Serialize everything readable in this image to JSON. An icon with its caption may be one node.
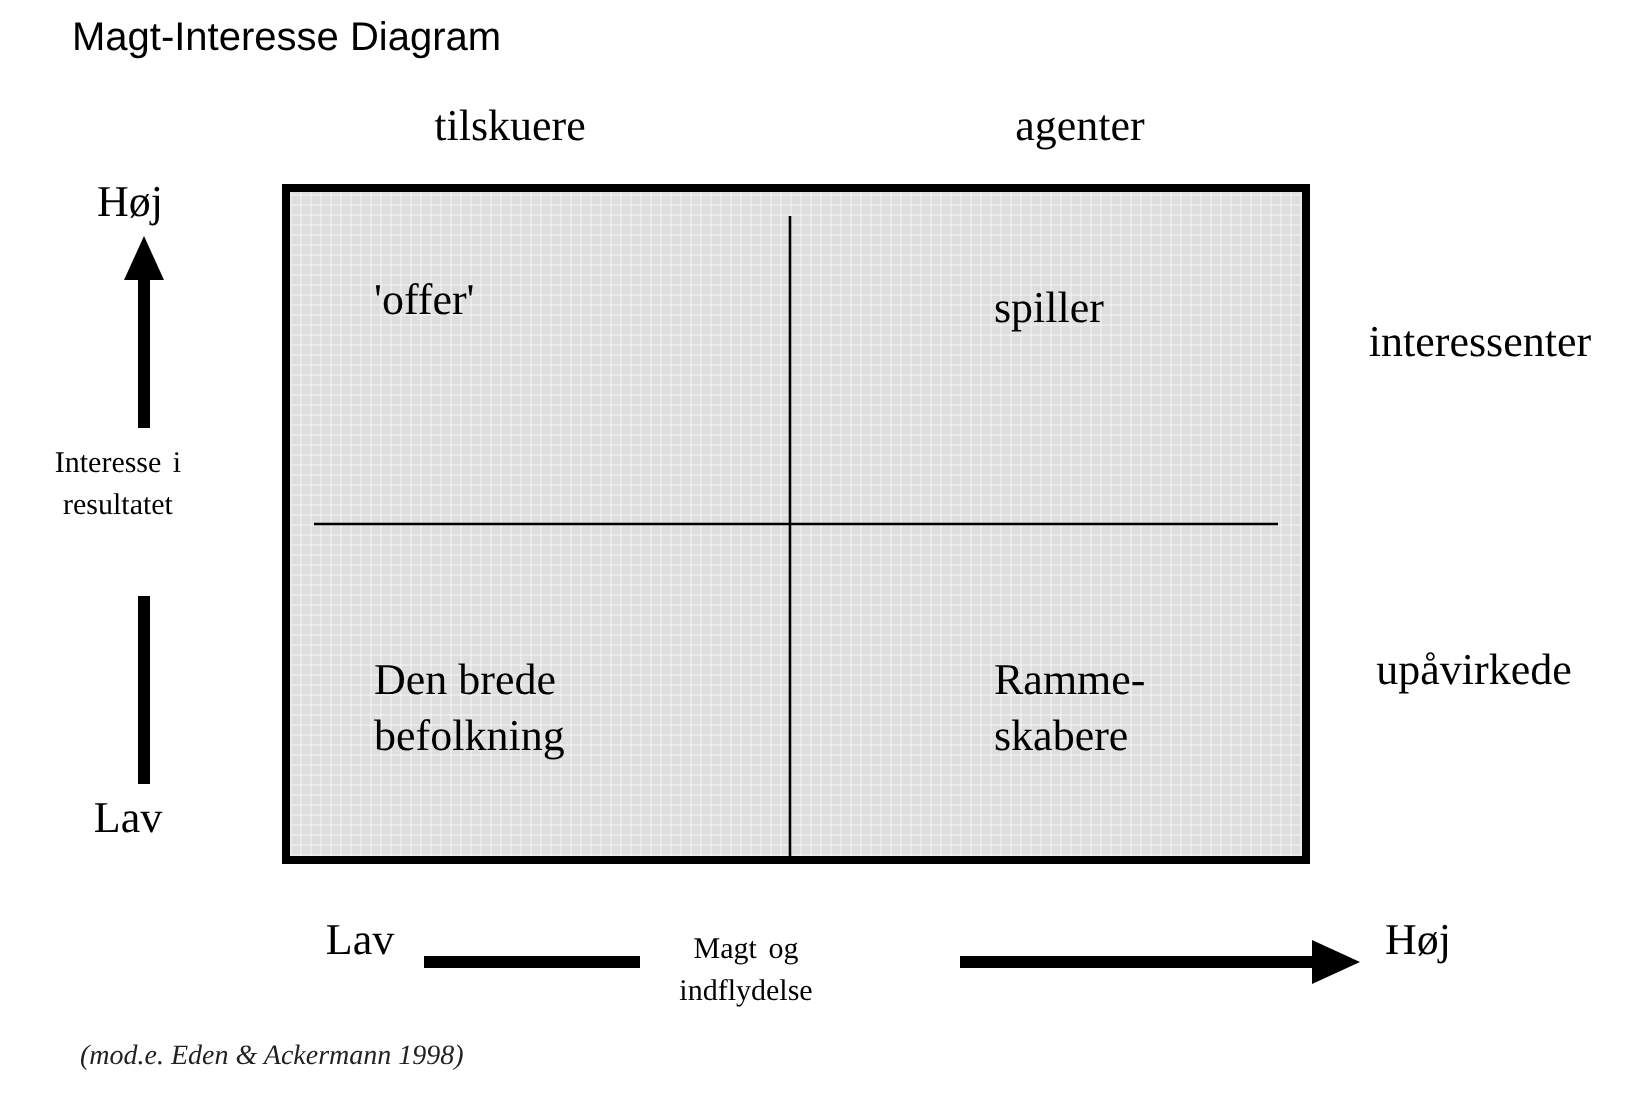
{
  "diagram": {
    "title": "Magt-Interesse Diagram",
    "caption": "(mod.e. Eden & Ackermann 1998)",
    "nodes": [
      {
        "text": [],
        "shape": "box"
      },
      {
        "text": [
          "'offer'"
        ],
        "in": 0
      },
      {
        "text": [
          "spiller"
        ],
        "in": 0
      },
      {
        "text": [
          "Den brede befolkning"
        ],
        "in": 0
      },
      {
        "text": [
          "Ramme- skabere"
        ],
        "in": 0
      }
    ],
    "edges": [],
    "labels": [
      "tilskuere",
      "agenter",
      "Høj",
      "interessenter",
      "Interesse i resultatet",
      "upåvirkede",
      "Lav",
      "Lav",
      "Magt og indflydelse",
      "Høj"
    ]
  }
}
